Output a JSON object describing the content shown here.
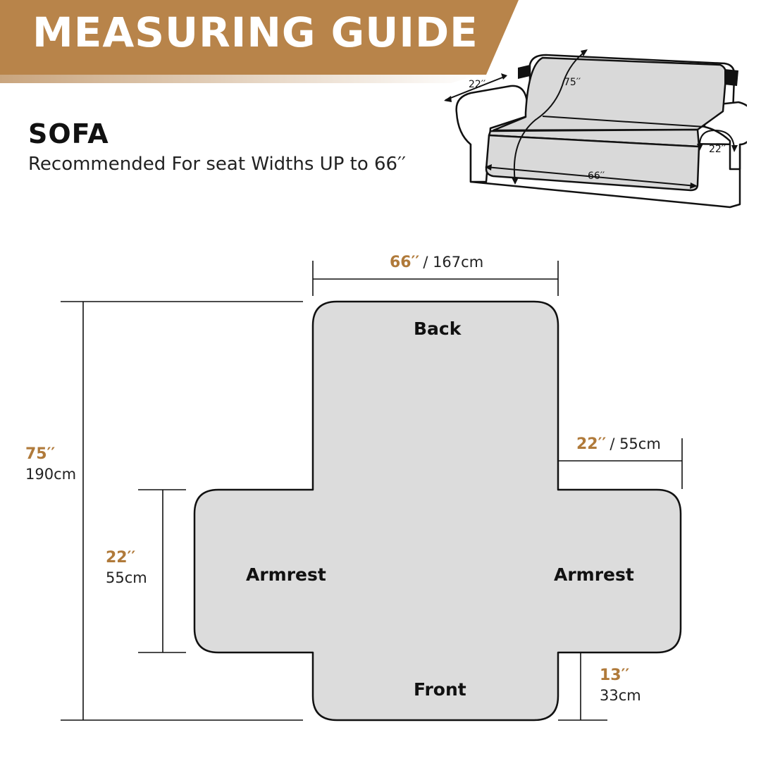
{
  "banner": {
    "title": "MEASURING GUIDE",
    "color": "#b8844a"
  },
  "heading": "SOFA",
  "subheading": "Recommended For seat Widths UP to 66′′",
  "sofa_illustration": {
    "back_length": "75′′",
    "arm_depth_top": "22′′",
    "arm_width_side": "22′′",
    "seat_width": "66′′"
  },
  "dimensions": {
    "width": {
      "in": "66′′",
      "cm": "/ 167cm"
    },
    "arm_right": {
      "in": "22′′",
      "cm": "/ 55cm"
    },
    "height": {
      "in": "75′′",
      "cm": "190cm"
    },
    "arm_left": {
      "in": "22′′",
      "cm": "55cm"
    },
    "front": {
      "in": "13′′",
      "cm": "33cm"
    }
  },
  "parts": {
    "back": "Back",
    "armrest_left": "Armrest",
    "armrest_right": "Armrest",
    "front": "Front"
  },
  "colors": {
    "accent": "#b07a3a",
    "cover": "#dcdcdc",
    "outline": "#111111"
  }
}
